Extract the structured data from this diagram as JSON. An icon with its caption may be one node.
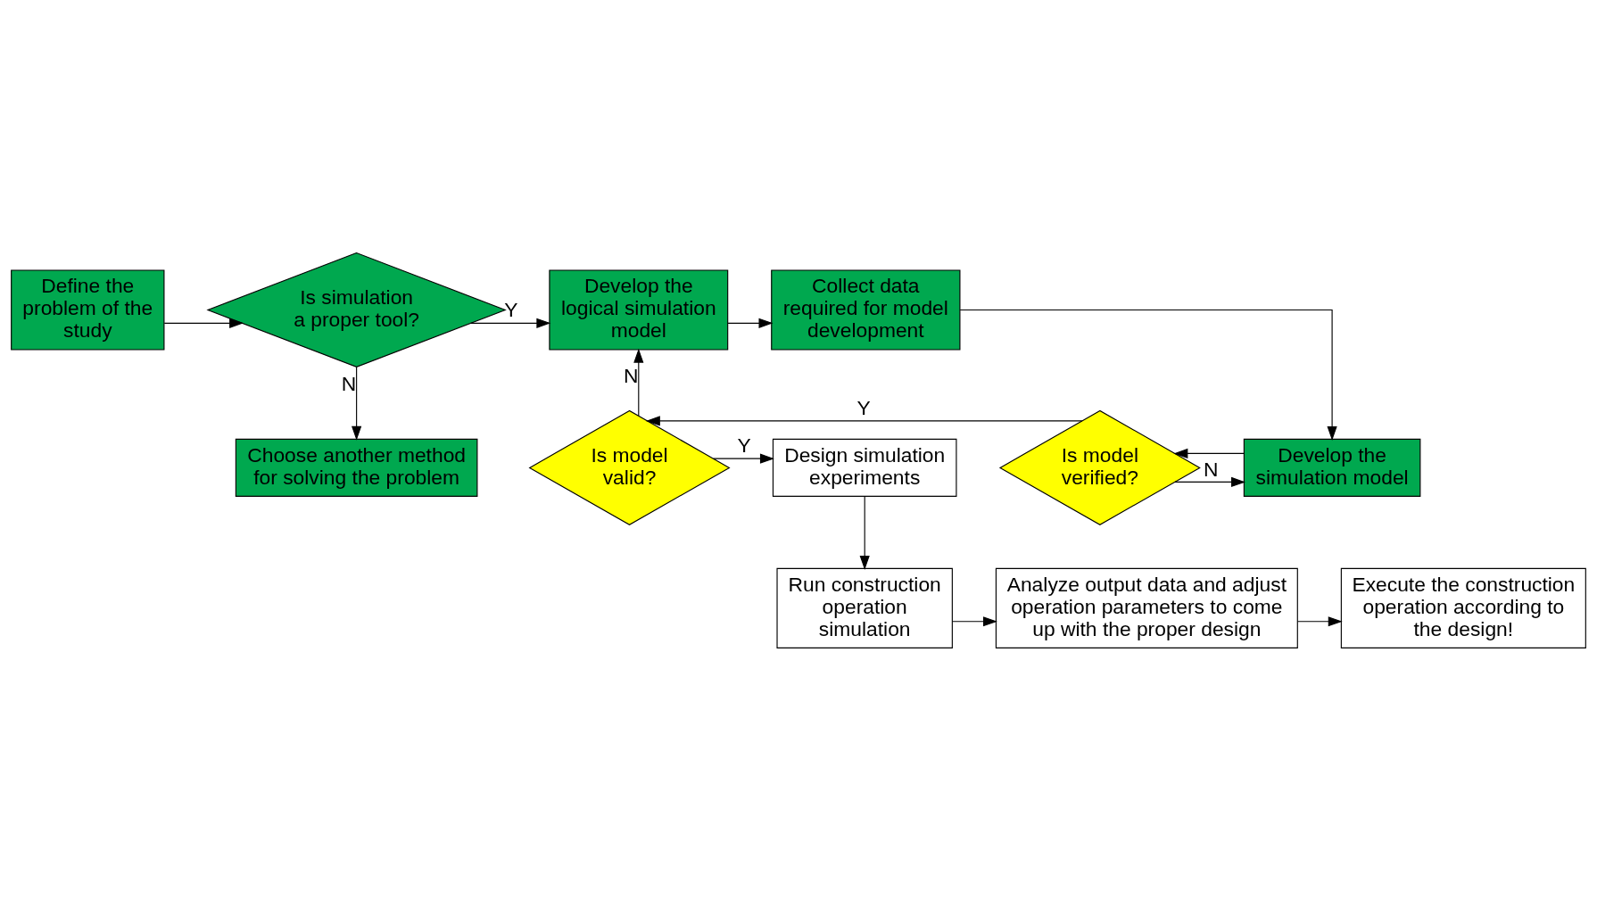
{
  "diagram": {
    "nodes": [
      {
        "text": [
          "Define the problem of the study"
        ]
      },
      {
        "text": [
          "Is simulation a proper tool?"
        ]
      },
      {
        "text": [
          "Choose another method for solving the problem"
        ]
      },
      {
        "text": [
          "Develop the logical simulation model"
        ]
      },
      {
        "text": [
          "Collect data required for model development"
        ]
      },
      {
        "text": [
          "Develop the simulation model"
        ]
      },
      {
        "text": [
          "Is model verified?"
        ]
      },
      {
        "text": [
          "Is model valid?"
        ]
      },
      {
        "text": [
          "Design simulation experiments"
        ]
      },
      {
        "text": [
          "Run construction operation simulation"
        ]
      },
      {
        "text": [
          "Analyze output data and adjust operation parameters to come up with the proper design"
        ]
      },
      {
        "text": [
          "Execute the construction operation according to the design!"
        ]
      }
    ],
    "edges": [
      {
        "from": 0,
        "to": 1,
        "arrow": "to"
      },
      {
        "from": 1,
        "to": 2,
        "arrow": "to",
        "label": "N"
      },
      {
        "from": 1,
        "to": 3,
        "arrow": "to",
        "label": "Y"
      },
      {
        "from": 3,
        "to": 4,
        "arrow": "to"
      },
      {
        "from": 4,
        "to": 5,
        "arrow": "to"
      },
      {
        "from": 5,
        "to": 6,
        "arrow": "to"
      },
      {
        "from": 6,
        "to": 5,
        "arrow": "to",
        "label": "N"
      },
      {
        "from": 6,
        "to": 7,
        "arrow": "to",
        "label": "Y"
      },
      {
        "from": 7,
        "to": 3,
        "arrow": "to",
        "label": "N"
      },
      {
        "from": 7,
        "to": 8,
        "arrow": "to",
        "label": "Y"
      },
      {
        "from": 8,
        "to": 9,
        "arrow": "to"
      },
      {
        "from": 9,
        "to": 10,
        "arrow": "to"
      },
      {
        "from": 10,
        "to": 11,
        "arrow": "to"
      }
    ]
  }
}
